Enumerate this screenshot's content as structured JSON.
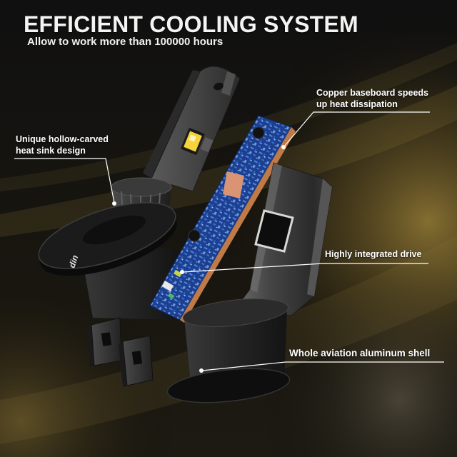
{
  "headline": "EFFICIENT COOLING SYSTEM",
  "subheadline": "Allow to work more than 100000 hours",
  "callouts": [
    {
      "lines": [
        "Copper baseboard speeds",
        "up heat dissipation"
      ]
    },
    {
      "lines": [
        "Unique hollow-carved",
        "heat sink design"
      ]
    },
    {
      "lines": [
        "Highly integrated drive"
      ]
    },
    {
      "lines": [
        "Whole aviation aluminum shell"
      ]
    }
  ],
  "product": {
    "logo_text": "din"
  },
  "colors": {
    "background": "#141414",
    "glow": "#9c8236",
    "text": "#ffffff",
    "pcb": "#1d3f8f",
    "copper": "#c07a48",
    "led": "#f5d33a"
  }
}
